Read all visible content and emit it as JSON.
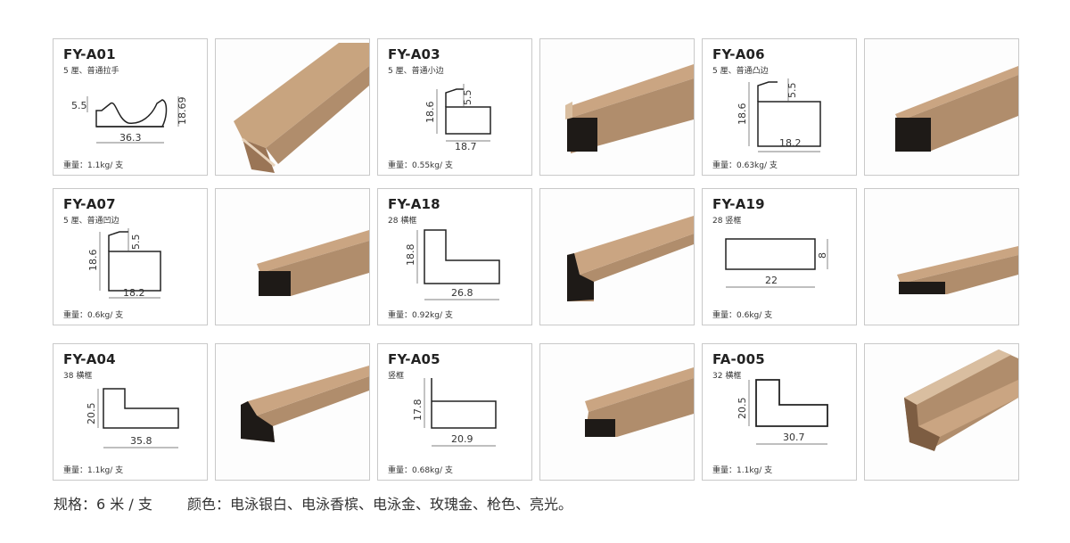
{
  "products": [
    {
      "code": "FY-A01",
      "desc": "5 厘、普通拉手",
      "weight": "重量：1.1kg/ 支",
      "dims": [
        "5.5",
        "18.69",
        "36.3"
      ]
    },
    {
      "code": "FY-A03",
      "desc": "5 厘、普通小边",
      "weight": "重量：0.55kg/ 支",
      "dims": [
        "5.5",
        "18.6",
        "18.7"
      ]
    },
    {
      "code": "FY-A06",
      "desc": "5 厘、普通凸边",
      "weight": "重量：0.63kg/ 支",
      "dims": [
        "5.5",
        "18.6",
        "18.2"
      ]
    },
    {
      "code": "FY-A07",
      "desc": "5 厘、普通凹边",
      "weight": "重量：0.6kg/ 支",
      "dims": [
        "5.5",
        "18.6",
        "18.2"
      ]
    },
    {
      "code": "FY-A18",
      "desc": "28 横框",
      "weight": "重量：0.92kg/ 支",
      "dims": [
        "18.8",
        "26.8"
      ]
    },
    {
      "code": "FY-A19",
      "desc": "28 竖框",
      "weight": "重量：0.6kg/ 支",
      "dims": [
        "8",
        "22"
      ]
    },
    {
      "code": "FY-A04",
      "desc": "38 横框",
      "weight": "重量：1.1kg/ 支",
      "dims": [
        "20.5",
        "35.8"
      ]
    },
    {
      "code": "FY-A05",
      "desc": "竖框",
      "weight": "重量：0.68kg/ 支",
      "dims": [
        "17.8",
        "20.9"
      ]
    },
    {
      "code": "FA-005",
      "desc": "32 横框",
      "weight": "重量：1.1kg/ 支",
      "dims": [
        "20.5",
        "30.7"
      ]
    }
  ],
  "footer": {
    "spec": "规格：6 米 / 支",
    "colors": "颜色：电泳银白、电泳香槟、电泳金、玫瑰金、枪色、亮光。"
  },
  "colors": {
    "profile": "#b08d6c",
    "profile_light": "#d9bea0",
    "profile_dark": "#7d5d42",
    "interior": "#1e1a17",
    "border": "#c9c9c9"
  }
}
